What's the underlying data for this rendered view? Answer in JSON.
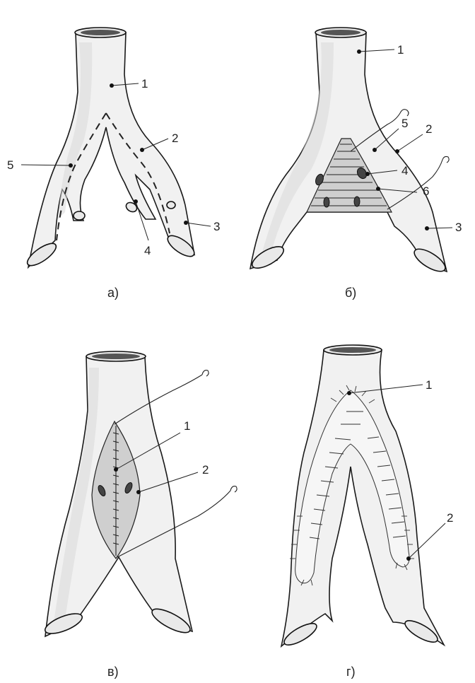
{
  "panels": [
    {
      "id": "a",
      "caption": "а)",
      "labels": [
        "1",
        "2",
        "3",
        "4",
        "5"
      ]
    },
    {
      "id": "b",
      "caption": "б)",
      "labels": [
        "1",
        "2",
        "3",
        "4",
        "5",
        "6"
      ]
    },
    {
      "id": "v",
      "caption": "в)",
      "labels": [
        "1",
        "2"
      ]
    },
    {
      "id": "g",
      "caption": "г)",
      "labels": [
        "1",
        "2"
      ]
    }
  ]
}
